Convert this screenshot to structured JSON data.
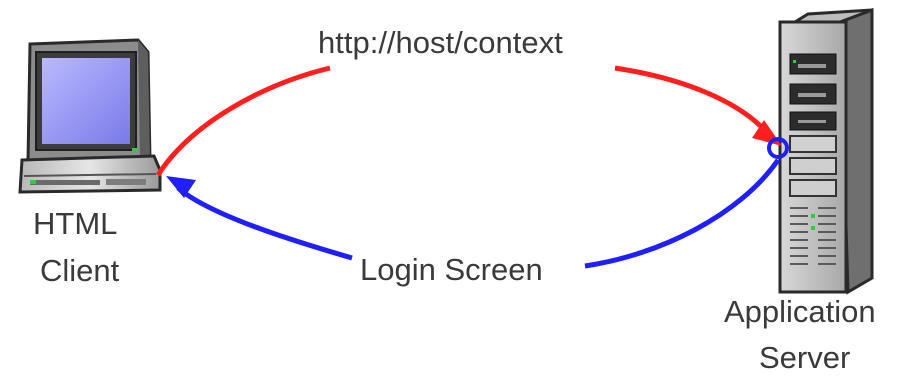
{
  "request": {
    "label": "http://host/context",
    "color": "#ff1f1f"
  },
  "response": {
    "label": "Login Screen",
    "color": "#1f1fff"
  },
  "client": {
    "line1": "HTML",
    "line2": "Client",
    "icon": "desktop-computer-icon"
  },
  "server": {
    "line1": "Application",
    "line2": "Server",
    "icon": "tower-server-icon"
  }
}
